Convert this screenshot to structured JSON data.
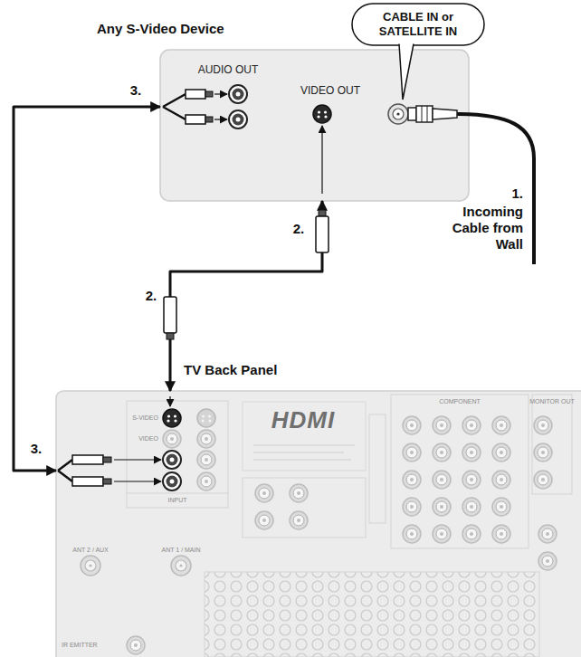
{
  "diagram": {
    "nodes": [
      {
        "text": [
          "CABLE IN or SATELLITE IN"
        ]
      },
      {
        "text": [
          "Any S-Video Device"
        ]
      },
      {
        "text": [
          "TV Back Panel"
        ]
      }
    ],
    "edges": [
      {
        "from": 1,
        "to": 2,
        "arrow": "both"
      },
      {
        "from": 1,
        "to": 2,
        "arrow": "both"
      }
    ],
    "labels": [
      "AUDIO OUT",
      "VIDEO OUT",
      "3.",
      "2.",
      "1.",
      "Incoming Cable from Wall",
      "2.",
      "3.",
      "HDMI",
      "COMPONENT",
      "MONITOR OUT",
      "S-VIDEO",
      "VIDEO",
      "INPUT",
      "ANT 2 / AUX",
      "ANT 1 / MAIN",
      "IR EMITTER"
    ]
  }
}
